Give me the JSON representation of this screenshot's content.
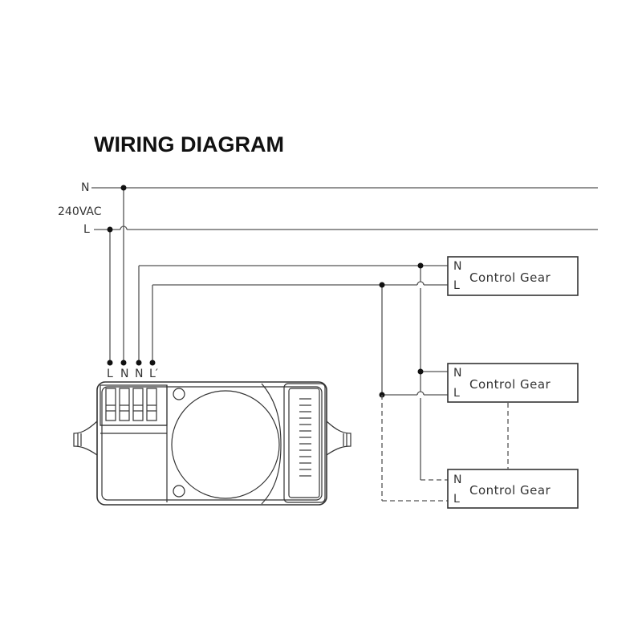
{
  "title": "WIRING DIAGRAM",
  "supply": {
    "neutral_label": "N",
    "voltage_label": "240VAC",
    "live_label": "L"
  },
  "sensor": {
    "terminals": [
      "L",
      "N",
      "N",
      "L′"
    ]
  },
  "control_gear": [
    {
      "label": "Control Gear",
      "n_label": "N",
      "l_label": "L"
    },
    {
      "label": "Control Gear",
      "n_label": "N",
      "l_label": "L"
    },
    {
      "label": "Control Gear",
      "n_label": "N",
      "l_label": "L"
    }
  ]
}
